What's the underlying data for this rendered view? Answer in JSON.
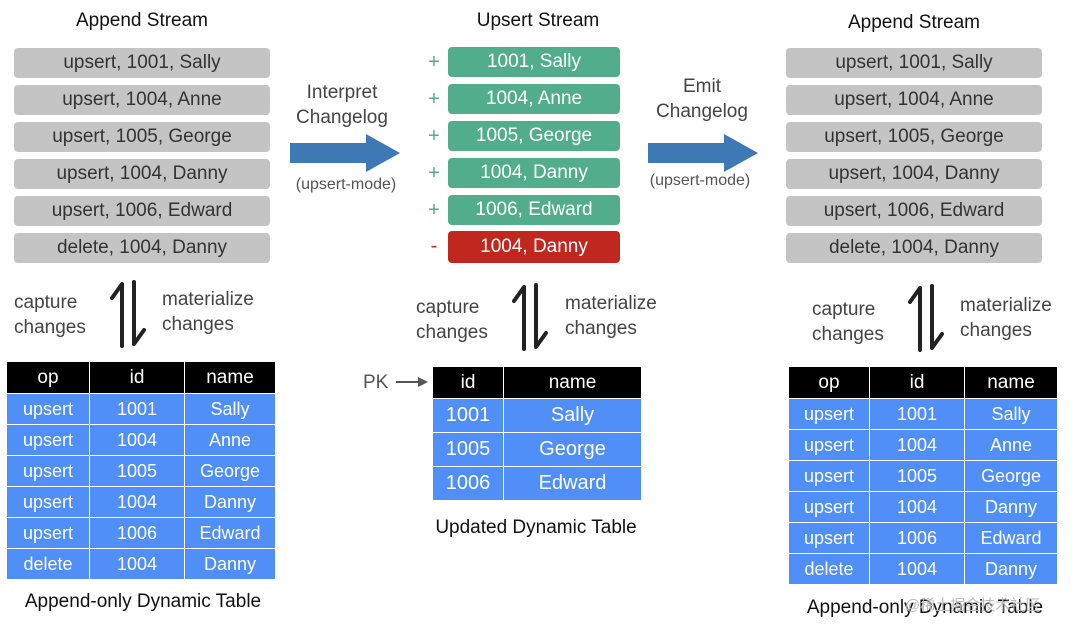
{
  "left": {
    "title": "Append Stream",
    "rows": [
      "upsert, 1001, Sally",
      "upsert, 1004, Anne",
      "upsert, 1005, George",
      "upsert, 1004, Danny",
      "upsert, 1006, Edward",
      "delete, 1004, Danny"
    ],
    "capture": [
      "capture",
      "changes"
    ],
    "materialize": [
      "materialize",
      "changes"
    ],
    "table": {
      "headers": [
        "op",
        "id",
        "name"
      ],
      "rows": [
        [
          "upsert",
          "1001",
          "Sally"
        ],
        [
          "upsert",
          "1004",
          "Anne"
        ],
        [
          "upsert",
          "1005",
          "George"
        ],
        [
          "upsert",
          "1004",
          "Danny"
        ],
        [
          "upsert",
          "1006",
          "Edward"
        ],
        [
          "delete",
          "1004",
          "Danny"
        ]
      ]
    },
    "caption": "Append-only Dynamic Table"
  },
  "arrow1": {
    "label": [
      "Interpret",
      "Changelog"
    ],
    "mode": "(upsert-mode)"
  },
  "middle": {
    "title": "Upsert Stream",
    "rows": [
      {
        "sign": "+",
        "text": "1001, Sally",
        "color": "#52ad8c"
      },
      {
        "sign": "+",
        "text": "1004, Anne",
        "color": "#52ad8c"
      },
      {
        "sign": "+",
        "text": "1005, George",
        "color": "#52ad8c"
      },
      {
        "sign": "+",
        "text": "1004, Danny",
        "color": "#52ad8c"
      },
      {
        "sign": "+",
        "text": "1006, Edward",
        "color": "#52ad8c"
      },
      {
        "sign": "-",
        "text": "1004, Danny",
        "color": "#c0281f"
      }
    ],
    "capture": [
      "capture",
      "changes"
    ],
    "materialize": [
      "materialize",
      "changes"
    ],
    "pk_label": "PK",
    "table": {
      "headers": [
        "id",
        "name"
      ],
      "rows": [
        [
          "1001",
          "Sally"
        ],
        [
          "1005",
          "George"
        ],
        [
          "1006",
          "Edward"
        ]
      ]
    },
    "caption": "Updated Dynamic Table"
  },
  "arrow2": {
    "label": [
      "Emit",
      "Changelog"
    ],
    "mode": "(upsert-mode)"
  },
  "right": {
    "title": "Append Stream",
    "rows": [
      "upsert, 1001, Sally",
      "upsert, 1004, Anne",
      "upsert, 1005, George",
      "upsert, 1004, Danny",
      "upsert, 1006, Edward",
      "delete, 1004, Danny"
    ],
    "capture": [
      "capture",
      "changes"
    ],
    "materialize": [
      "materialize",
      "changes"
    ],
    "table": {
      "headers": [
        "op",
        "id",
        "name"
      ],
      "rows": [
        [
          "upsert",
          "1001",
          "Sally"
        ],
        [
          "upsert",
          "1004",
          "Anne"
        ],
        [
          "upsert",
          "1005",
          "George"
        ],
        [
          "upsert",
          "1004",
          "Danny"
        ],
        [
          "upsert",
          "1006",
          "Edward"
        ],
        [
          "delete",
          "1004",
          "Danny"
        ]
      ]
    },
    "caption": "Append-only Dynamic Table"
  },
  "watermark": "@稀土掘金技术社区",
  "colors": {
    "stream_box": "#c4c4c4",
    "insert": "#52ad8c",
    "delete": "#c0281f",
    "table_cell": "#4f8ff7",
    "table_header": "#000000",
    "arrow": "#3f79b5"
  }
}
